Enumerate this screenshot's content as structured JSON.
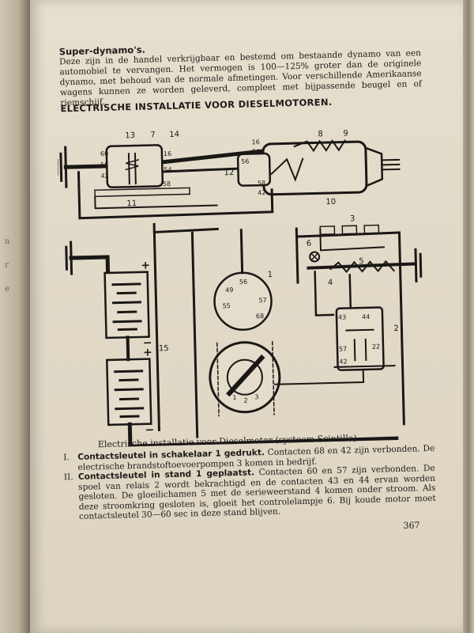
{
  "heading_super": "Super-dynamo's.",
  "paragraph_super": "Deze zijn in de handel verkrijgbaar en bestemd om bestaande dynamo van een automobiel te vervangen. Het vermogen is 100—125% groter dan de originele dynamo, met behoud van de normale afmetingen. Voor verschillende Amerikaanse wagens kunnen ze worden geleverd, compleet met bijpassende beugel en of riemschijf.",
  "heading_install": "ELECTRISCHE INSTALLATIE VOOR DIESELMOTOREN.",
  "diagram": {
    "callouts": [
      "13",
      "7",
      "14",
      "8",
      "9",
      "12",
      "11",
      "10",
      "3",
      "6",
      "5",
      "4",
      "1",
      "2",
      "15"
    ],
    "terminals": [
      "60",
      "55",
      "42",
      "16",
      "54",
      "58",
      "16",
      "54",
      "56",
      "58",
      "42",
      "56",
      "49",
      "55",
      "57",
      "68",
      "43",
      "44",
      "57",
      "22",
      "42",
      "1",
      "2",
      "3"
    ],
    "polarity": [
      "+",
      "−",
      "+",
      "−"
    ]
  },
  "caption": "Electrische installatie voor Dieselmotor (systeem Scintilla)",
  "items": [
    {
      "num": "I.",
      "bold": "Contactsleutel in schakelaar 1 gedrukt.",
      "text": " Contacten 68 en 42 zijn verbonden. De electrische brandstoftoevoerpompen 3 komen in bedrijf."
    },
    {
      "num": "II.",
      "bold": "Contactsleutel in stand 1 geplaatst.",
      "text": " Contacten 60 en 57 zijn verbonden. De spoel van relais 2 wordt bekrachtigd en de contacten 43 en 44 ervan worden gesloten. De gloeilichamen 5 met de serieweerstand 4 komen onder stroom. Als deze stroomkring gesloten is, gloeit het controlelampje 6. Bij koude motor moet contactsleutel 30—60 sec in deze stand blijven."
    }
  ],
  "page_number": "367"
}
